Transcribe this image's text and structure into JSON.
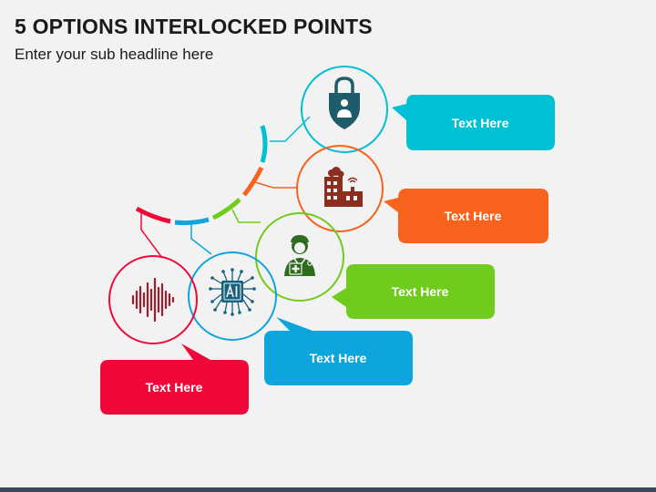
{
  "header": {
    "title": "5 OPTIONS INTERLOCKED POINTS",
    "subtitle": "Enter your sub headline here"
  },
  "options": [
    {
      "label": "Text Here",
      "color": "#00c0d4",
      "icon": "shield-lock-icon"
    },
    {
      "label": "Text Here",
      "color": "#f7621d",
      "icon": "factory-icon"
    },
    {
      "label": "Text Here",
      "color": "#6fcb1c",
      "icon": "doctor-icon"
    },
    {
      "label": "Text Here",
      "color": "#0ea5dc",
      "icon": "ai-chip-icon"
    },
    {
      "label": "Text Here",
      "color": "#f0083a",
      "icon": "sound-wave-icon"
    }
  ],
  "icon_colors": {
    "shield": "#1f5c6b",
    "factory": "#8b2e1e",
    "doctor": "#2e6b1f",
    "ai": "#16627e",
    "wave": "#9e1f2b"
  }
}
